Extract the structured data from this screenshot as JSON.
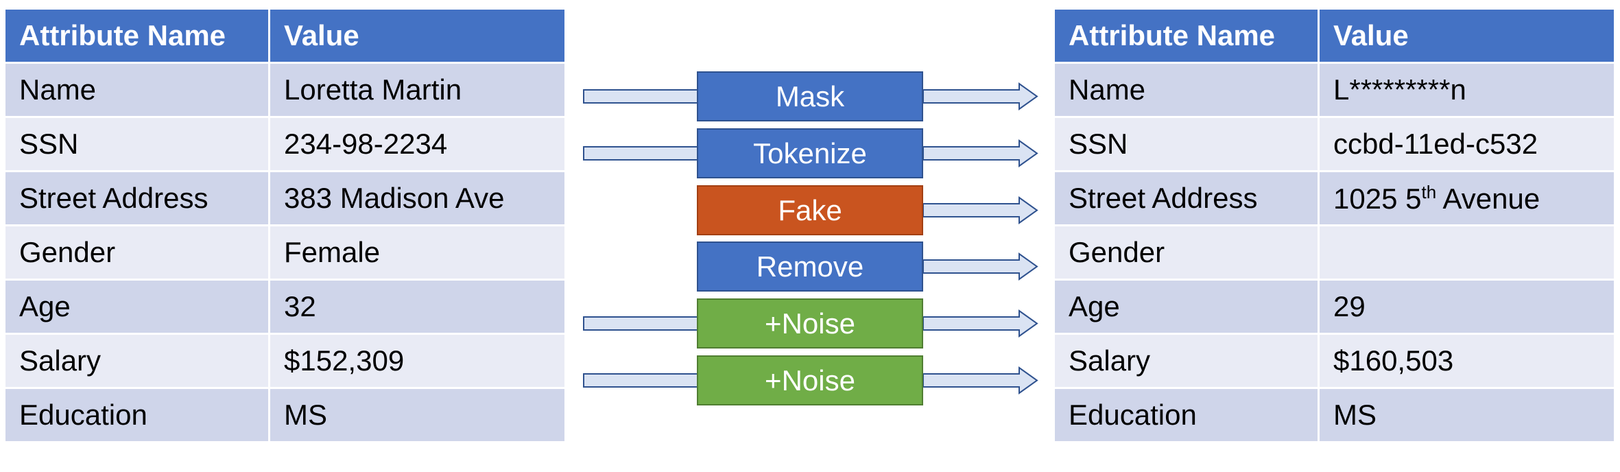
{
  "left_table": {
    "headers": [
      "Attribute Name",
      "Value"
    ],
    "rows": [
      {
        "attr": "Name",
        "value": "Loretta Martin"
      },
      {
        "attr": "SSN",
        "value": "234-98-2234"
      },
      {
        "attr": "Street Address",
        "value": "383 Madison Ave"
      },
      {
        "attr": "Gender",
        "value": "Female"
      },
      {
        "attr": "Age",
        "value": "32"
      },
      {
        "attr": "Salary",
        "value": "$152,309"
      },
      {
        "attr": "Education",
        "value": "MS"
      }
    ]
  },
  "operations": [
    {
      "label": "Mask",
      "color": "#4472c4"
    },
    {
      "label": "Tokenize",
      "color": "#4472c4"
    },
    {
      "label": "Fake",
      "color": "#c9541f"
    },
    {
      "label": "Remove",
      "color": "#4472c4"
    },
    {
      "label": "+Noise",
      "color": "#70ad47"
    },
    {
      "label": "+Noise",
      "color": "#70ad47"
    }
  ],
  "right_table": {
    "headers": [
      "Attribute Name",
      "Value"
    ],
    "rows": [
      {
        "attr": "Name",
        "value": "L*********n"
      },
      {
        "attr": "SSN",
        "value": "ccbd-11ed-c532"
      },
      {
        "attr": "Street Address",
        "value_pre": "1025 5",
        "value_sup": "th",
        "value_post": " Avenue"
      },
      {
        "attr": "Gender",
        "value": ""
      },
      {
        "attr": "Age",
        "value": "29"
      },
      {
        "attr": "Salary",
        "value": "$160,503"
      },
      {
        "attr": "Education",
        "value": "MS"
      }
    ]
  }
}
